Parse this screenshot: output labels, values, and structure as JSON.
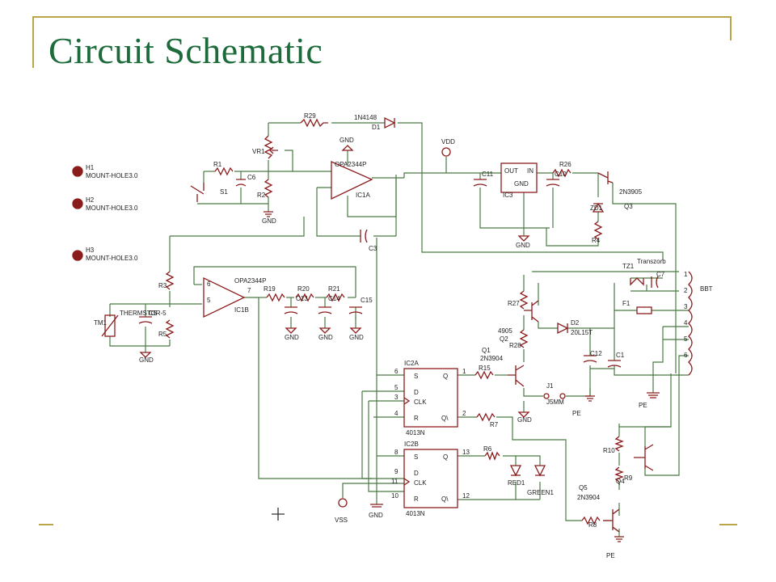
{
  "slide": {
    "title": "Circuit Schematic"
  },
  "colors": {
    "wire": "#4a7a44",
    "part": "#8b1c1c",
    "title": "#1d6b3b",
    "frame": "#b9a64b"
  },
  "labels": {
    "h1": "H1",
    "h1v": "MOUNT-HOLE3.0",
    "h2": "H2",
    "h2v": "MOUNT-HOLE3.0",
    "h3": "H3",
    "h3v": "MOUNT-HOLE3.0",
    "r29": "R29",
    "d1": "1N4148",
    "d1n": "D1",
    "vr1": "VR1",
    "r1": "R1",
    "c6": "C6",
    "s1": "S1",
    "r2": "R2",
    "gnd": "GND",
    "opa_top": "OPA2344P",
    "ic1a": "IC1A",
    "vdd": "VDD",
    "c11": "C11",
    "out": "OUT",
    "in": "IN",
    "ic3": "IC3",
    "c10": "C10",
    "r26": "R26",
    "q3": "Q3",
    "q3v": "2N3905",
    "zd1": "ZD1",
    "r4": "R4",
    "c3": "C3",
    "tz1": "TZ1",
    "transzorb": "Transzorb",
    "c7": "C7",
    "thermistor": "THERMSTOR-5",
    "tm1": "TM1",
    "c5": "C5",
    "r3": "R3",
    "r5": "R5",
    "opa_bot": "OPA2344P",
    "ic1b": "IC1B",
    "r19": "R19",
    "r20": "R20",
    "r21": "R21",
    "c15": "C15",
    "c13": "C13",
    "c14": "C14",
    "r27": "R27",
    "q2": "Q2",
    "q2v": "4905",
    "d2": "D2",
    "d2v": "20L15T",
    "f1": "F1",
    "bbt": "BBT",
    "r28": "R28",
    "q1": "Q1",
    "q1v": "2N3904",
    "c12": "C12",
    "c1": "C1",
    "ic2a": "IC2A",
    "ic2b": "IC2B",
    "ic4013a": "4013N",
    "ic4013b": "4013N",
    "r15": "R15",
    "r7": "R7",
    "j1": "J1",
    "j1v": "J5MM",
    "pe": "PE",
    "r6": "R6",
    "red1": "RED1",
    "green1": "GREEN1",
    "r10": "R10",
    "r9": "R9",
    "q4": "Q4",
    "q5": "Q5",
    "q5v": "2N3904",
    "r8": "R8",
    "vss": "VSS",
    "pin_s": "S",
    "pin_d": "D",
    "pin_clk": "CLK",
    "pin_r": "R",
    "pin_q": "Q",
    "pin_qn": "Q\\",
    "n6": "6",
    "n5": "5",
    "n3": "3",
    "n4": "4",
    "n1": "1",
    "n2": "2",
    "n8": "8",
    "n9": "9",
    "n11": "11",
    "n10": "10",
    "n13": "13",
    "n12": "12",
    "n7": "7",
    "nb1": "1",
    "nb2": "2",
    "nb3": "3",
    "nb4": "4",
    "nb5": "5",
    "nb6": "6"
  }
}
